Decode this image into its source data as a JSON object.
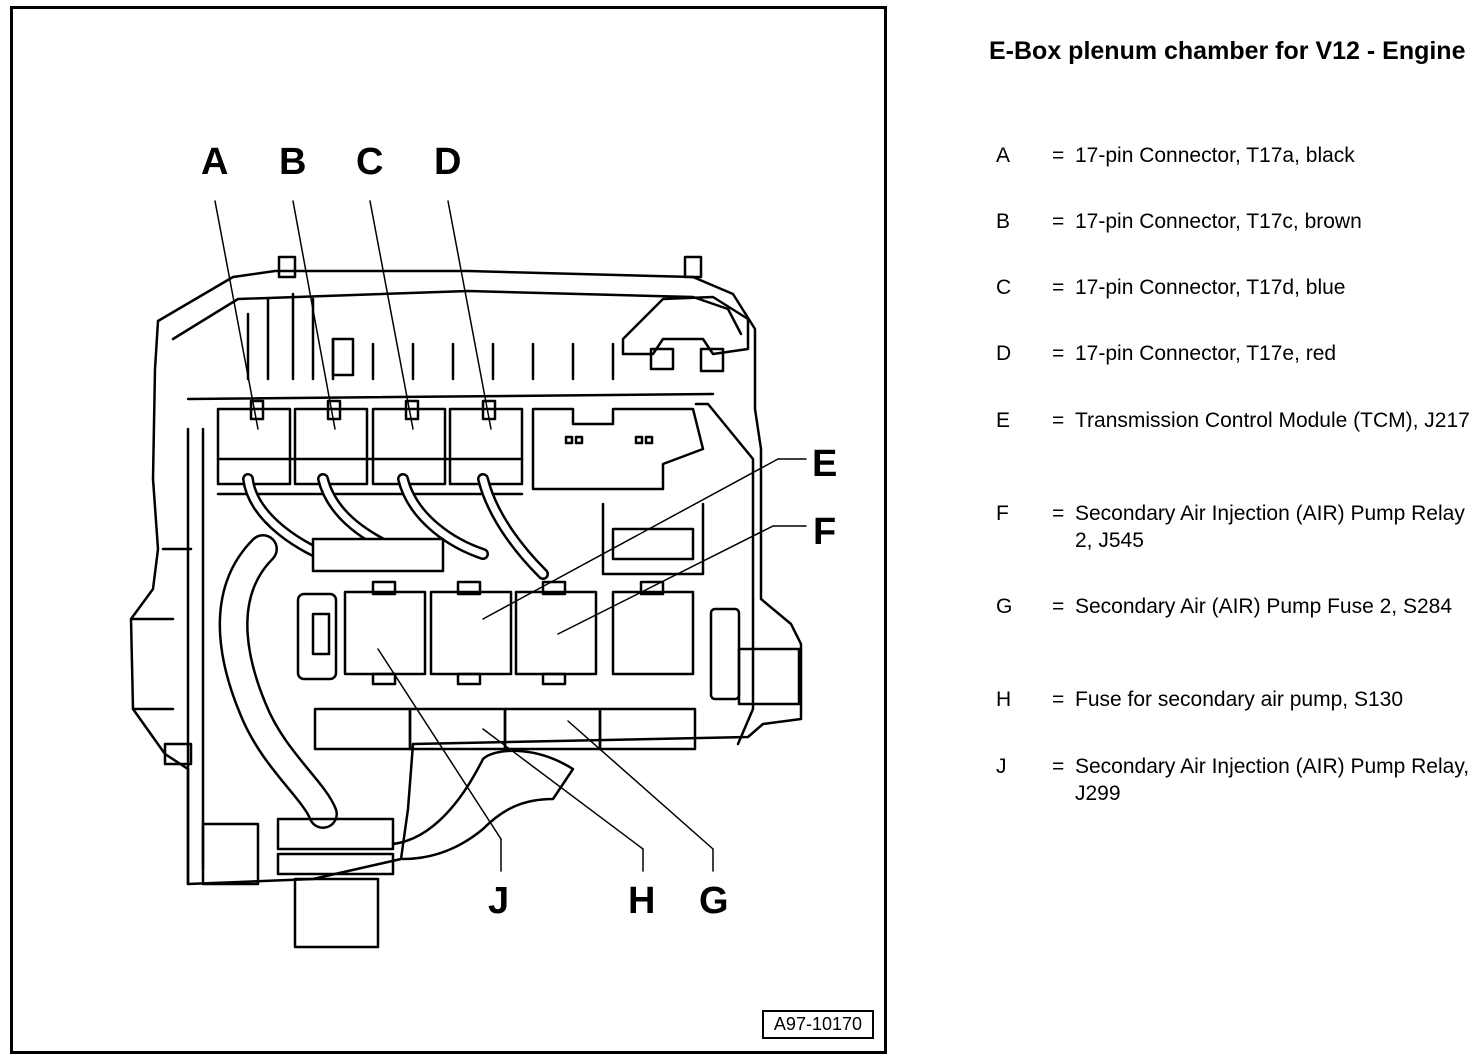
{
  "figure": {
    "id": "A97-10170",
    "callouts": [
      "A",
      "B",
      "C",
      "D",
      "E",
      "F",
      "G",
      "H",
      "J"
    ]
  },
  "legend": {
    "title": "E-Box plenum chamber for V12 - Engine",
    "items": [
      {
        "key": "A",
        "desc": "17-pin Connector, T17a, black"
      },
      {
        "key": "B",
        "desc": "17-pin Connector, T17c, brown"
      },
      {
        "key": "C",
        "desc": "17-pin Connector, T17d, blue"
      },
      {
        "key": "D",
        "desc": "17-pin Connector, T17e, red"
      },
      {
        "key": "E",
        "desc": "Transmission Control Module (TCM), J217"
      },
      {
        "key": "F",
        "desc": "Secondary Air Injection (AIR) Pump Relay 2, J545"
      },
      {
        "key": "G",
        "desc": "Secondary Air (AIR) Pump Fuse 2, S284"
      },
      {
        "key": "H",
        "desc": "Fuse for secondary air pump, S130"
      },
      {
        "key": "J",
        "desc": "Secondary Air Injection (AIR) Pump Relay, J299"
      }
    ]
  }
}
